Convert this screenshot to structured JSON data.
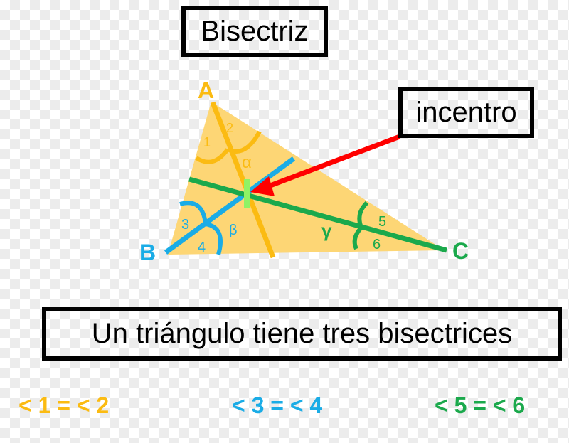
{
  "title": "Bisectriz",
  "incenter_label": "incentro",
  "statement": "Un triángulo tiene tres bisectrices",
  "colors": {
    "triangle_fill": "#fdd675",
    "angle_a": "#fbbb12",
    "angle_b": "#1aace6",
    "angle_c": "#1ba94c",
    "arrow": "#ff0000",
    "incenter_marker": "#8ff265",
    "box_border": "#000000"
  },
  "vertices": {
    "a": {
      "label": "A",
      "color": "#fbbb12"
    },
    "b": {
      "label": "B",
      "color": "#1aace6"
    },
    "c": {
      "label": "C",
      "color": "#1ba94c"
    }
  },
  "angles": {
    "a": {
      "symbol": "α",
      "parts": [
        "1",
        "2"
      ]
    },
    "b": {
      "symbol": "β",
      "parts": [
        "3",
        "4"
      ]
    },
    "c": {
      "symbol": "γ",
      "parts": [
        "5",
        "6"
      ]
    }
  },
  "formulas": [
    {
      "text": "< 1 = < 2",
      "color": "#fbbb12"
    },
    {
      "text": "< 3 = < 4",
      "color": "#1aace6"
    },
    {
      "text": "< 5 = < 6",
      "color": "#1ba94c"
    }
  ]
}
